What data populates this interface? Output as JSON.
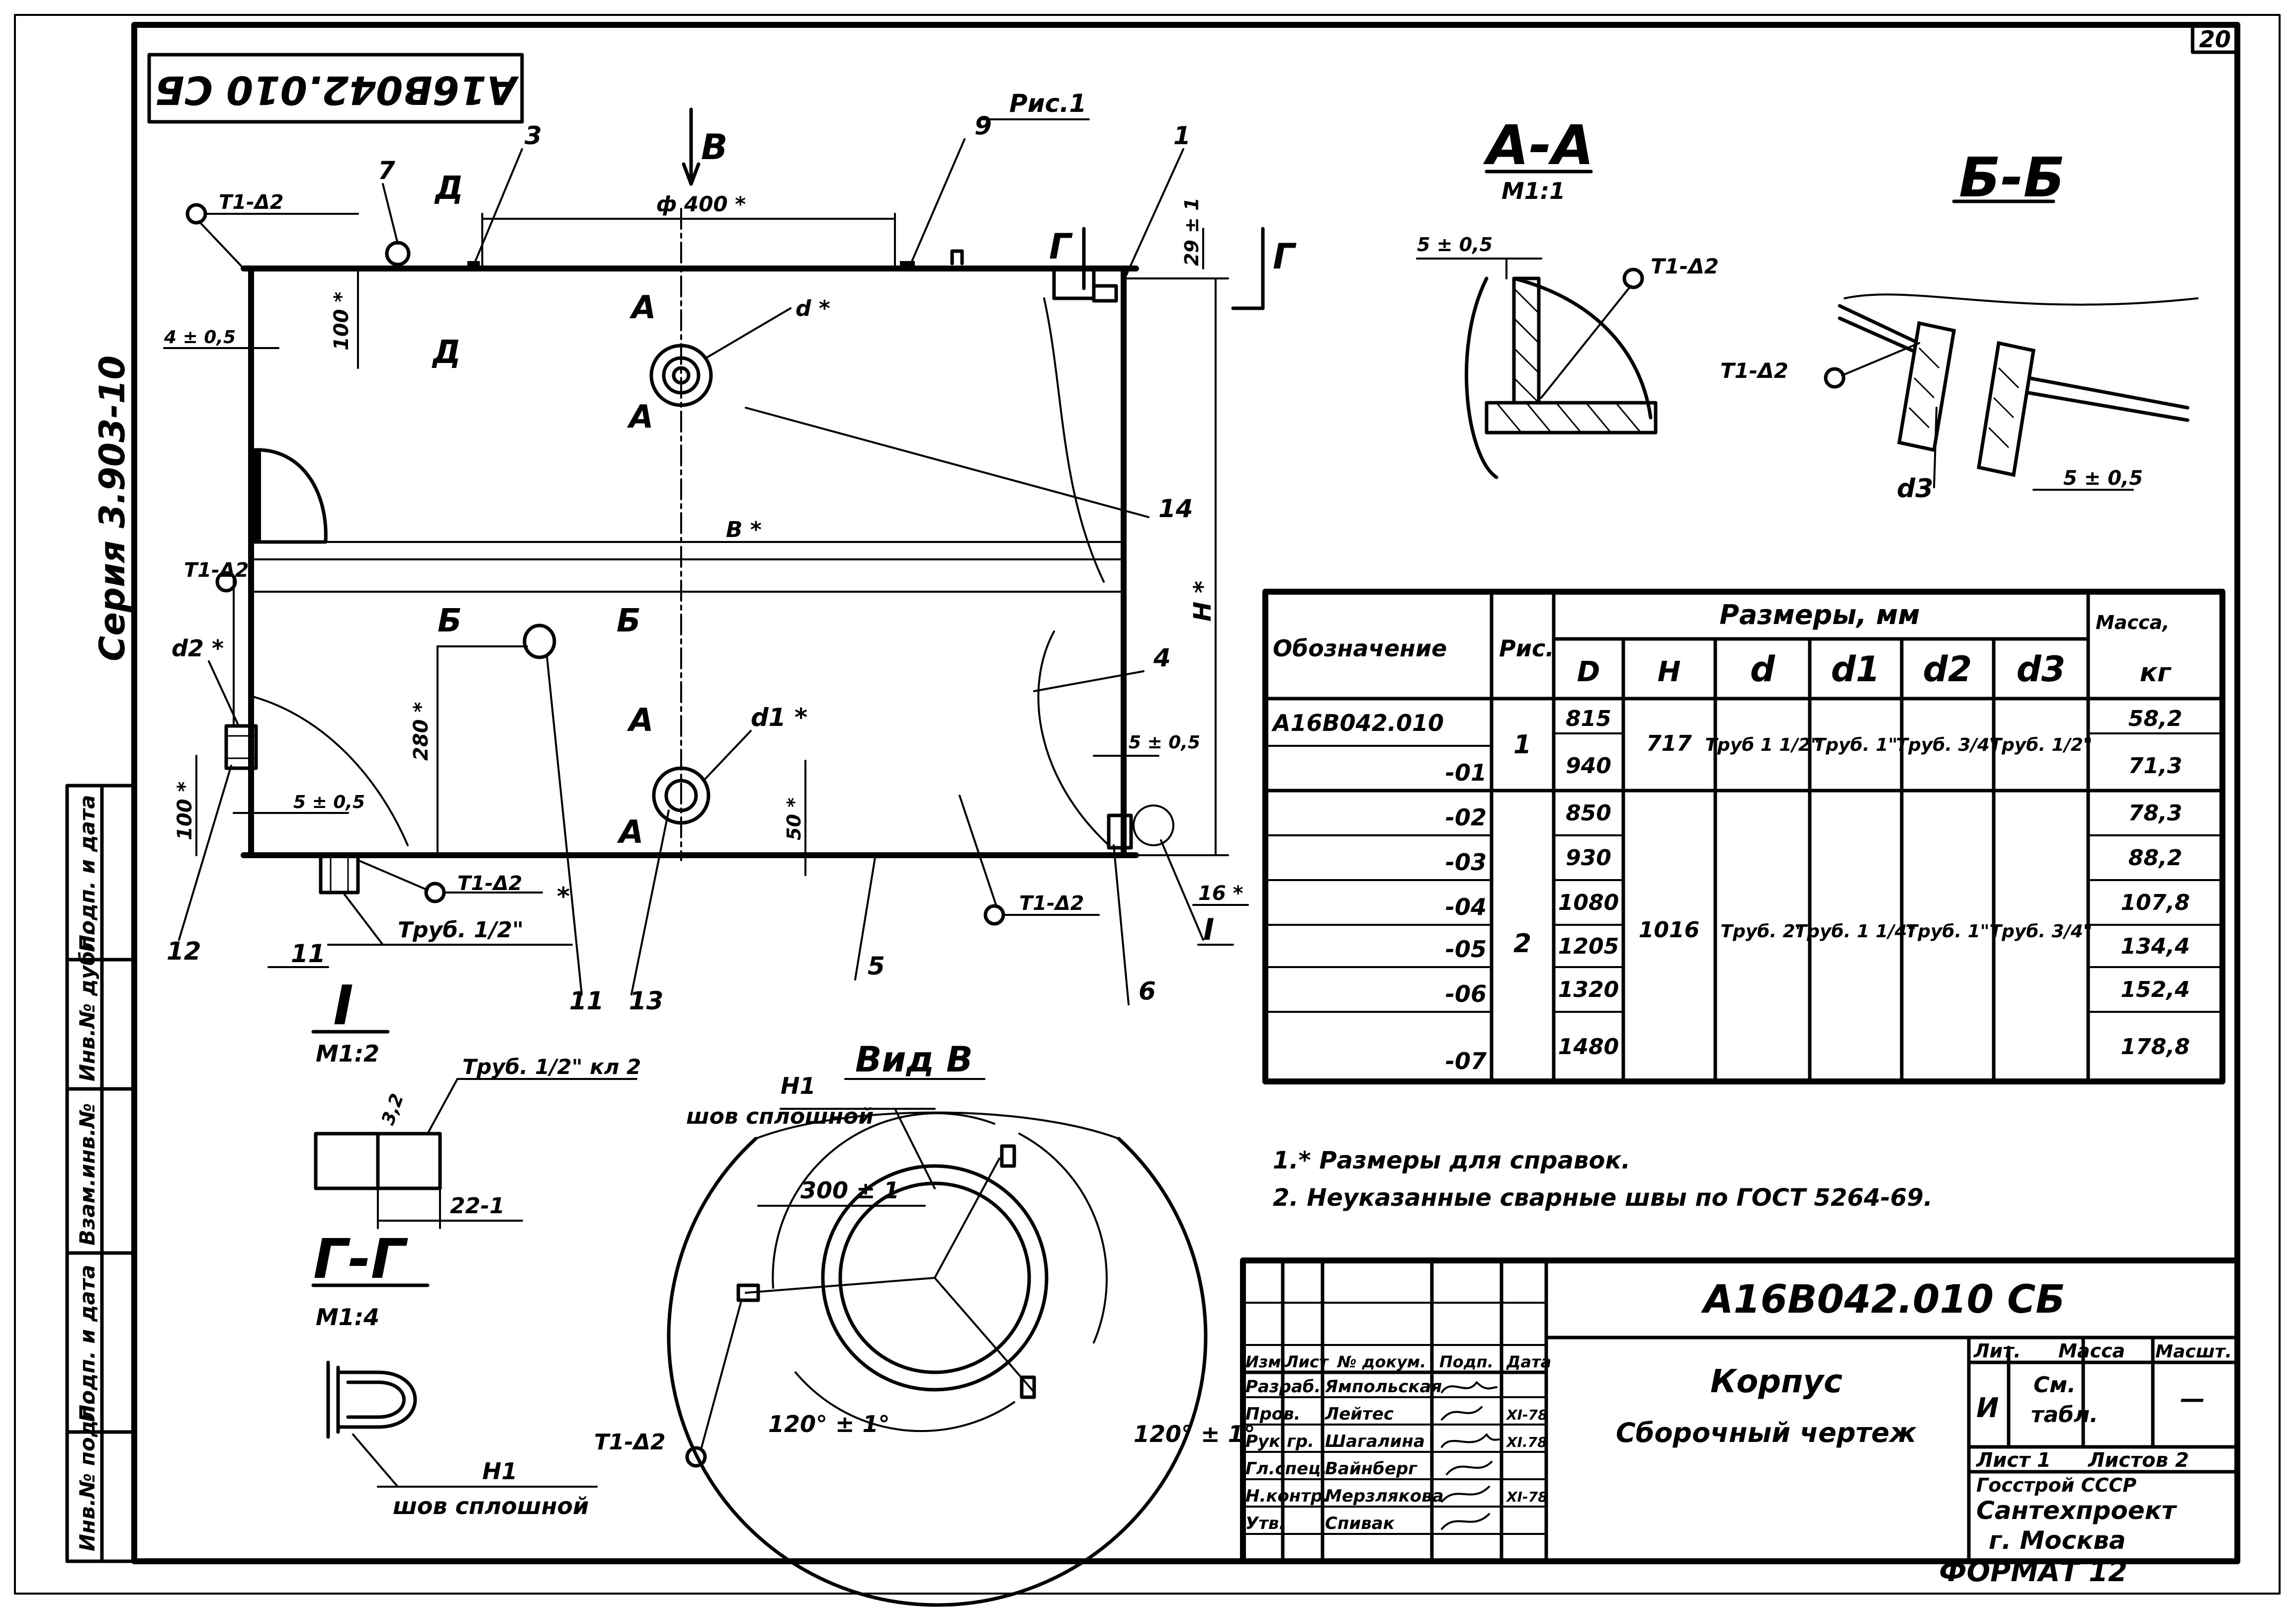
{
  "sheet": {
    "page_number": "20",
    "stamp_code": "А16В042.010 СБ",
    "series": "Серия 3.903-10",
    "format": "ФОРМАТ 12"
  },
  "side_stamp": [
    "Инв.№ подл.",
    "Подп. и дата",
    "Взам.инв.№",
    "Инв.№ дубл.",
    "Подп. и дата"
  ],
  "main_view": {
    "caption": "Рис.1",
    "view_arrow": "В",
    "cut_G": "Г",
    "dims": {
      "d400": "ф 400 *",
      "h100": "100 *",
      "wall_top": "4 ± 0,5",
      "top_29": "29 ± 1",
      "B": "B *",
      "H": "H *",
      "h280": "280 *",
      "h100b": "100 *",
      "wall_low": "5 ± 0,5",
      "wall_right": "5 ± 0,5",
      "h50": "50 *",
      "r16": "16 *"
    },
    "labels": {
      "d": "d *",
      "d1": "d1 *",
      "d2": "d2 *",
      "D_cut": "Д",
      "A_cut": "А",
      "B_cut": "Б",
      "weld1": "Т1-Δ2",
      "weld2": "Т1-Δ2",
      "weld3": "Т1-Δ2",
      "weld4": "Т1-Δ2",
      "pipe": "Труб. 1/2\"",
      "mark_I": "I",
      "star": "*"
    },
    "positions": [
      "1",
      "3",
      "4",
      "5",
      "6",
      "7",
      "9",
      "11",
      "11",
      "12",
      "13",
      "14"
    ]
  },
  "section_AA": {
    "title": "А-А",
    "scale": "М1:1",
    "dim": "5 ± 0,5",
    "weld": "Т1-Δ2"
  },
  "section_BB": {
    "title": "Б-Б",
    "weld": "Т1-Δ2",
    "d3": "d3",
    "dim": "5 ± 0,5"
  },
  "detail_I": {
    "title": "I",
    "scale": "М1:2",
    "pipe": "Труб. 1/2\" кл 2",
    "rough": "3,2",
    "dim": "22-1"
  },
  "section_GG": {
    "title": "Г-Г",
    "scale": "М1:4",
    "weld_code": "Н1",
    "weld_name": "шов сплошной"
  },
  "view_B": {
    "title": "Вид В",
    "weld_code": "Н1",
    "weld_name": "шов сплошной",
    "dim_300": "300 ± 1",
    "angle1": "120° ± 1°",
    "angle2": "120° ± 1°",
    "weld": "Т1-Δ2"
  },
  "table": {
    "col_designation": "Обозначение",
    "col_fig": "Рис.",
    "col_sizes": "Размеры, мм",
    "col_mass": "Масса,",
    "sub": [
      "D",
      "H",
      "d",
      "d1",
      "d2",
      "d3",
      "кг"
    ],
    "rows": [
      {
        "code": "А16В042.010",
        "D": "815",
        "mass": "58,2"
      },
      {
        "code": "-01",
        "D": "940",
        "mass": "71,3"
      },
      {
        "code": "-02",
        "D": "850",
        "mass": "78,3"
      },
      {
        "code": "-03",
        "D": "930",
        "mass": "88,2"
      },
      {
        "code": "-04",
        "D": "1080",
        "mass": "107,8"
      },
      {
        "code": "-05",
        "D": "1205",
        "mass": "134,4"
      },
      {
        "code": "-06",
        "D": "1320",
        "mass": "152,4"
      },
      {
        "code": "-07",
        "D": "1480",
        "mass": "178,8"
      }
    ],
    "group1": {
      "fig": "1",
      "H": "717",
      "d": "Труб 1 1/2\"",
      "d1": "Труб. 1\"",
      "d2": "Труб. 3/4\"",
      "d3": "Труб. 1/2\""
    },
    "group2": {
      "fig": "2",
      "H": "1016",
      "d": "Труб. 2\"",
      "d1": "Труб. 1 1/4\"",
      "d2": "Труб. 1\"",
      "d3": "Труб. 3/4\""
    }
  },
  "notes": [
    "1.* Размеры для справок.",
    "2. Неуказанные сварные швы по ГОСТ 5264-69."
  ],
  "title_block": {
    "doc_code": "А16В042.010 СБ",
    "name_line1": "Корпус",
    "name_line2": "Сборочный чертеж",
    "head": [
      "Изм.",
      "Лист",
      "№ докум.",
      "Подп.",
      "Дата"
    ],
    "roles": [
      {
        "role": "Разраб.",
        "name": "Ямпольская",
        "date": ""
      },
      {
        "role": "Пров.",
        "name": "Лейтес",
        "date": "XI-78"
      },
      {
        "role": "Рук.гр.",
        "name": "Шагалина",
        "date": "XI.78"
      },
      {
        "role": "Гл.спец.",
        "name": "Вайнберг",
        "date": ""
      },
      {
        "role": "Н.контр.",
        "name": "Мерзлякова",
        "date": "XI-78"
      },
      {
        "role": "Утв.",
        "name": "Спивак",
        "date": ""
      }
    ],
    "lit_label": "Лит.",
    "lit_value": "И",
    "mass_label": "Масса",
    "mass_value_1": "См.",
    "mass_value_2": "табл.",
    "scale_label": "Масшт.",
    "scale_value": "—",
    "sheet_label": "Лист 1",
    "sheets_label": "Листов 2",
    "org1": "Госстрой СССР",
    "org2": "Сантехпроект",
    "org3": "г. Москва"
  }
}
